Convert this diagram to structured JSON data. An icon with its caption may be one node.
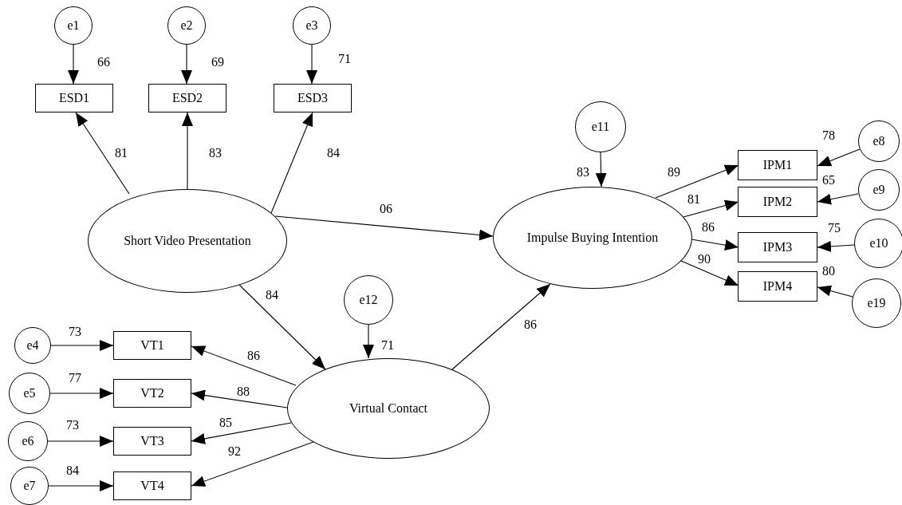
{
  "diagram": {
    "nodes": [
      {
        "text": [
          "e1"
        ]
      },
      {
        "text": [
          "e2"
        ]
      },
      {
        "text": [
          "e3"
        ]
      },
      {
        "text": [
          "ESD1"
        ],
        "beside": [
          "66"
        ]
      },
      {
        "text": [
          "ESD2"
        ],
        "beside": [
          "69"
        ]
      },
      {
        "text": [
          "ESD3"
        ],
        "beside": [
          "71"
        ]
      },
      {
        "text": [
          "Short Video Presentation"
        ]
      },
      {
        "text": [
          "e11"
        ]
      },
      {
        "text": [
          "Impulse Buying Intention"
        ],
        "beside": [
          "83"
        ]
      },
      {
        "text": [
          "IPM1"
        ],
        "beside": [
          "78"
        ]
      },
      {
        "text": [
          "IPM2"
        ],
        "beside": [
          "65"
        ]
      },
      {
        "text": [
          "IPM3"
        ],
        "beside": [
          "75"
        ]
      },
      {
        "text": [
          "IPM4"
        ],
        "beside": [
          "80"
        ]
      },
      {
        "text": [
          "e8"
        ]
      },
      {
        "text": [
          "e9"
        ]
      },
      {
        "text": [
          "e10"
        ]
      },
      {
        "text": [
          "e19"
        ]
      },
      {
        "text": [
          "e12"
        ]
      },
      {
        "text": [
          "Virtual Contact"
        ],
        "beside": [
          "71"
        ]
      },
      {
        "text": [
          "VT1"
        ]
      },
      {
        "text": [
          "VT2"
        ]
      },
      {
        "text": [
          "VT3"
        ]
      },
      {
        "text": [
          "VT4"
        ]
      },
      {
        "text": [
          "e4"
        ]
      },
      {
        "text": [
          "e5"
        ]
      },
      {
        "text": [
          "e6"
        ]
      },
      {
        "text": [
          "e7"
        ]
      }
    ],
    "edges": [
      {
        "from": 0,
        "to": 3,
        "arrow": "to"
      },
      {
        "from": 1,
        "to": 4,
        "arrow": "to"
      },
      {
        "from": 2,
        "to": 5,
        "arrow": "to"
      },
      {
        "from": 6,
        "to": 3,
        "arrow": "to",
        "label": "81"
      },
      {
        "from": 6,
        "to": 4,
        "arrow": "to",
        "label": "83"
      },
      {
        "from": 6,
        "to": 5,
        "arrow": "to",
        "label": "84"
      },
      {
        "from": 6,
        "to": 8,
        "arrow": "to",
        "label": "06"
      },
      {
        "from": 7,
        "to": 8,
        "arrow": "to"
      },
      {
        "from": 8,
        "to": 9,
        "arrow": "to",
        "label": "89"
      },
      {
        "from": 8,
        "to": 10,
        "arrow": "to",
        "label": "81"
      },
      {
        "from": 8,
        "to": 11,
        "arrow": "to",
        "label": "86"
      },
      {
        "from": 8,
        "to": 12,
        "arrow": "to",
        "label": "90"
      },
      {
        "from": 13,
        "to": 9,
        "arrow": "to"
      },
      {
        "from": 14,
        "to": 10,
        "arrow": "to"
      },
      {
        "from": 15,
        "to": 11,
        "arrow": "to"
      },
      {
        "from": 16,
        "to": 12,
        "arrow": "to"
      },
      {
        "from": 6,
        "to": 18,
        "arrow": "to",
        "label": "84"
      },
      {
        "from": 17,
        "to": 18,
        "arrow": "to"
      },
      {
        "from": 18,
        "to": 8,
        "arrow": "to",
        "label": "86"
      },
      {
        "from": 18,
        "to": 19,
        "arrow": "to",
        "label": "86"
      },
      {
        "from": 18,
        "to": 20,
        "arrow": "to",
        "label": "88"
      },
      {
        "from": 18,
        "to": 21,
        "arrow": "to",
        "label": "85"
      },
      {
        "from": 18,
        "to": 22,
        "arrow": "to",
        "label": "92"
      },
      {
        "from": 23,
        "to": 19,
        "arrow": "to",
        "label": "73"
      },
      {
        "from": 24,
        "to": 20,
        "arrow": "to",
        "label": "77"
      },
      {
        "from": 25,
        "to": 21,
        "arrow": "to",
        "label": "73"
      },
      {
        "from": 26,
        "to": 22,
        "arrow": "to",
        "label": "84"
      }
    ]
  }
}
